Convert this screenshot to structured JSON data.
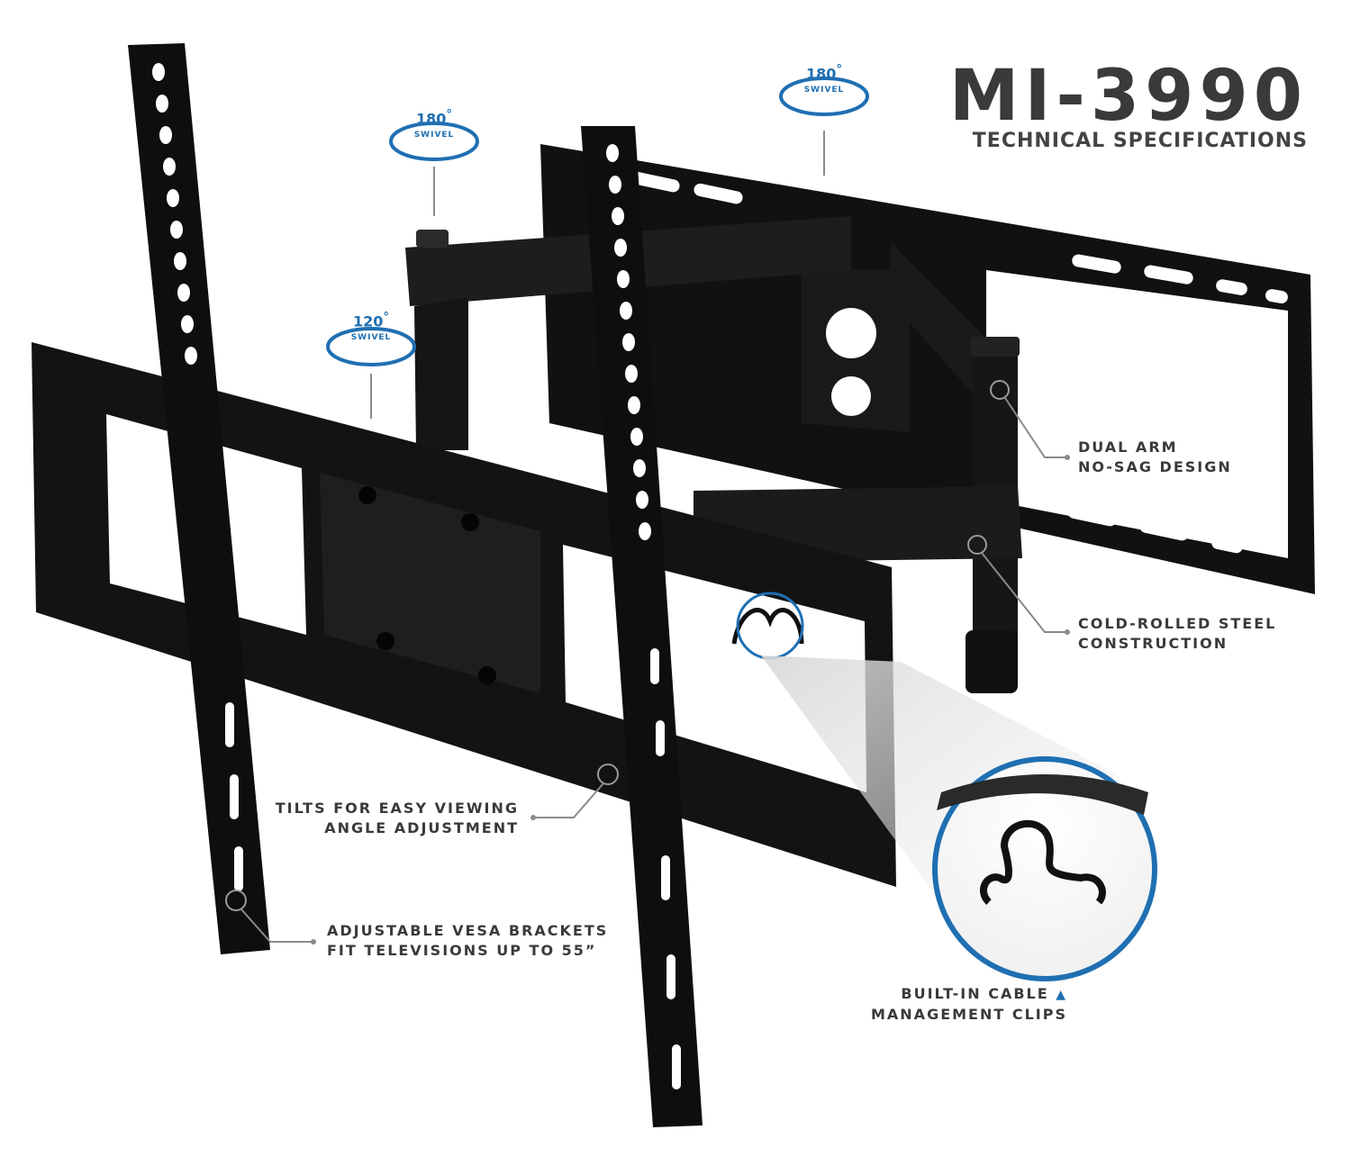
{
  "header": {
    "model": "MI-3990",
    "subtitle": "TECHNICAL SPECIFICATIONS"
  },
  "swivels": [
    {
      "degrees": "180",
      "unit": "°",
      "label": "SWIVEL"
    },
    {
      "degrees": "180",
      "unit": "°",
      "label": "SWIVEL"
    },
    {
      "degrees": "120",
      "unit": "°",
      "label": "SWIVEL"
    }
  ],
  "callouts": {
    "dual_arm": [
      "DUAL ARM",
      "NO-SAG DESIGN"
    ],
    "steel": [
      "COLD-ROLLED STEEL",
      "CONSTRUCTION"
    ],
    "tilt": [
      "TILTS FOR EASY VIEWING",
      "ANGLE ADJUSTMENT"
    ],
    "vesa": [
      "ADJUSTABLE VESA BRACKETS",
      "FIT TELEVISIONS UP TO 55”"
    ],
    "cable": [
      "BUILT-IN CABLE",
      "MANAGEMENT CLIPS"
    ]
  },
  "colors": {
    "accent": "#1f6fb2",
    "metal": "#151515",
    "text": "#3a3a3a"
  }
}
